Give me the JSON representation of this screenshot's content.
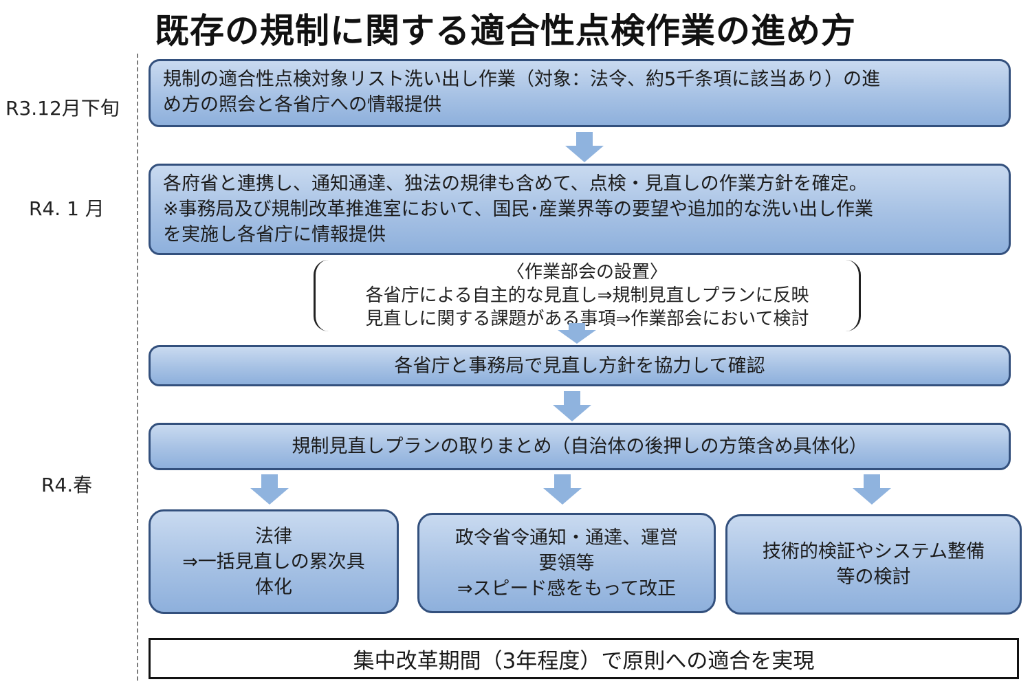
{
  "title": "既存の規制に関する適合性点検作業の進め方",
  "timeline": [
    "R3.12月下旬",
    "R4. 1 月",
    "R4.春"
  ],
  "step1": [
    "規制の適合性点検対象リスト洗い出し作業（対象：法令、約5千条項に該当あり）の進",
    "め方の照会と各省庁への情報提供"
  ],
  "step2": [
    "各府省と連携し、通知通達、独法の規律も含めて、点検・見直しの作業方針を確定。",
    "※事務局及び規制改革推進室において、国民･産業界等の要望や追加的な洗い出し作業",
    "を実施し各省庁に情報提供"
  ],
  "working_group": [
    "〈作業部会の設置〉",
    "各省庁による自主的な見直し⇒規制見直しプランに反映",
    "見直しに関する課題がある事項⇒作業部会において検討"
  ],
  "step3": "各省庁と事務局で見直し方針を協力して確認",
  "step4": "規制見直しプランの取りまとめ（自治体の後押しの方策含め具体化）",
  "branch_law": [
    "法律",
    "⇒一括見直しの累次具",
    "体化"
  ],
  "branch_orders": [
    "政令省令通知・通達、運営",
    "要領等",
    "⇒スピード感をもって改正"
  ],
  "branch_tech": [
    "技術的検証やシステム整備",
    "等の検討"
  ],
  "final": "集中改革期間（3年程度）で原則への適合を実現",
  "colors": {
    "box_top": "#c9daf0",
    "box_bottom": "#8eb0dc",
    "box_border": "#33507d",
    "arrow": "#8fb3de"
  }
}
